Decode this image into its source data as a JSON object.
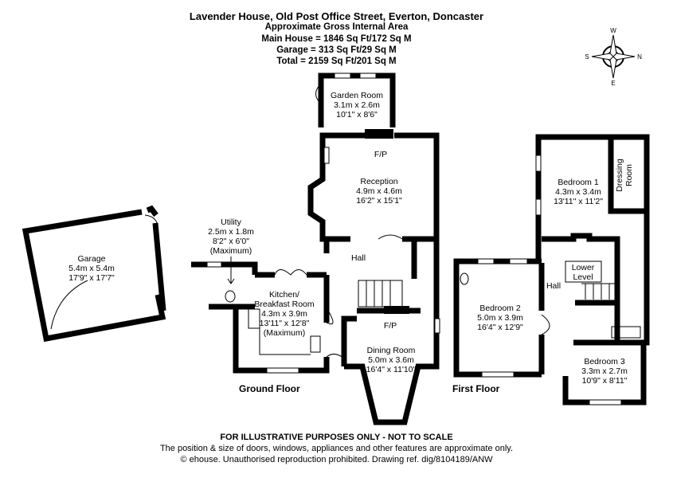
{
  "header": {
    "title": "Lavender House, Old Post Office Street, Everton, Doncaster",
    "subtitle": "Approximate Gross Internal Area",
    "main_house": "Main House = 1846 Sq Ft/172 Sq M",
    "garage": "Garage = 313 Sq Ft/29 Sq M",
    "total": "Total = 2159 Sq Ft/201 Sq M"
  },
  "compass": {
    "n": "N",
    "s": "S",
    "e": "E",
    "w": "W"
  },
  "ground_floor": {
    "label": "Ground Floor",
    "rooms": {
      "garage": {
        "name": "Garage",
        "metric": "5.4m x 5.4m",
        "imperial": "17'9\" x 17'7\""
      },
      "garden_room": {
        "name": "Garden Room",
        "metric": "3.1m x 2.6m",
        "imperial": "10'1\" x 8'6\""
      },
      "reception": {
        "name": "Reception",
        "metric": "4.9m x 4.6m",
        "imperial": "16'2\" x 15'1\""
      },
      "utility": {
        "name": "Utility",
        "metric": "2.5m x 1.8m",
        "imperial": "8'2\" x 6'0\"",
        "note": "(Maximum)"
      },
      "kitchen": {
        "name": "Kitchen/",
        "name2": "Breakfast Room",
        "metric": "4.3m x 3.9m",
        "imperial": "13'11\" x 12'8\"",
        "note": "(Maximum)"
      },
      "hall": {
        "name": "Hall"
      },
      "dining": {
        "name": "Dining Room",
        "metric": "5.0m x 3.6m",
        "imperial": "16'4\" x 11'10\""
      }
    },
    "fp1": "F/P",
    "fp2": "F/P"
  },
  "first_floor": {
    "label": "First Floor",
    "rooms": {
      "bedroom1": {
        "name": "Bedroom 1",
        "metric": "4.3m x 3.4m",
        "imperial": "13'11\" x 11'2\""
      },
      "dressing": {
        "name": "Dressing",
        "name2": "Room"
      },
      "hall": {
        "name": "Hall"
      },
      "lower_level": {
        "name": "Lower",
        "name2": "Level"
      },
      "bedroom2": {
        "name": "Bedroom 2",
        "metric": "5.0m x 3.9m",
        "imperial": "16'4\" x 12'9\""
      },
      "bedroom3": {
        "name": "Bedroom 3",
        "metric": "3.3m x 2.7m",
        "imperial": "10'9\" x 8'11\""
      }
    }
  },
  "footer": {
    "disclaimer": "FOR ILLUSTRATIVE PURPOSES ONLY - NOT TO SCALE",
    "note": "The position & size of doors, windows, appliances and other features are approximate only.",
    "copyright": "© ehouse. Unauthorised reproduction prohibited. Drawing ref. dig/8104189/ANW"
  }
}
